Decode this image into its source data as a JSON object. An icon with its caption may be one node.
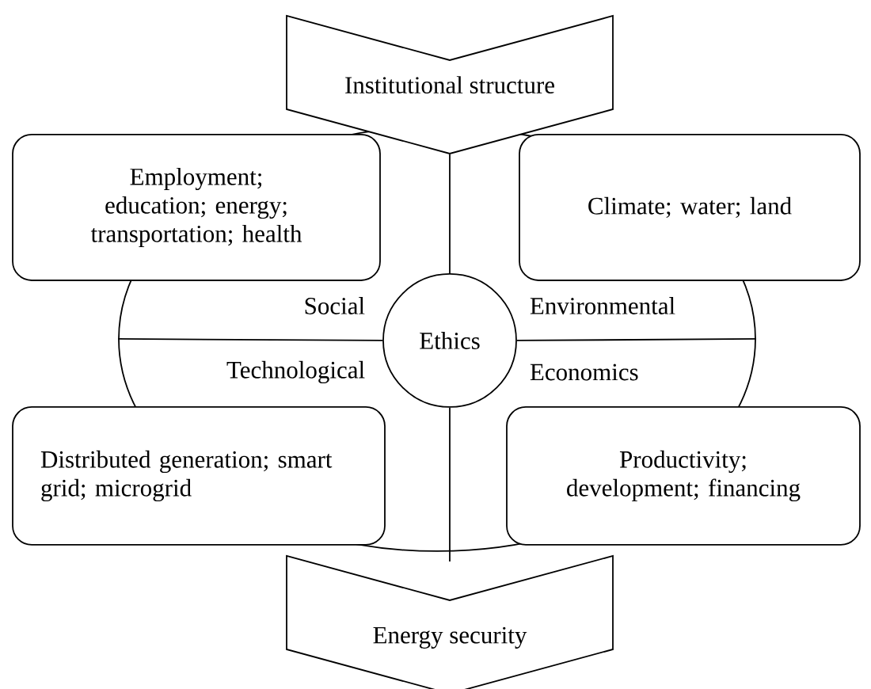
{
  "diagram": {
    "nodes": [
      {
        "text": [
          "Institutional structure"
        ]
      },
      {
        "text": [
          "Employment; education; energy; transportation; health"
        ]
      },
      {
        "text": [
          "Climate; water; land"
        ]
      },
      {
        "text": [
          "Social",
          "Environmental",
          "Technological",
          "Economics"
        ]
      },
      {
        "text": [
          "Ethics"
        ],
        "in": 3
      },
      {
        "text": [
          "Distributed generation; smart grid; microgrid"
        ]
      },
      {
        "text": [
          "Productivity; development; financing"
        ]
      },
      {
        "text": [
          "Energy security"
        ]
      }
    ],
    "edges": [
      {
        "from": 0,
        "to": 4,
        "arrow": "none"
      },
      {
        "from": 4,
        "to": 7,
        "arrow": "none"
      }
    ]
  }
}
